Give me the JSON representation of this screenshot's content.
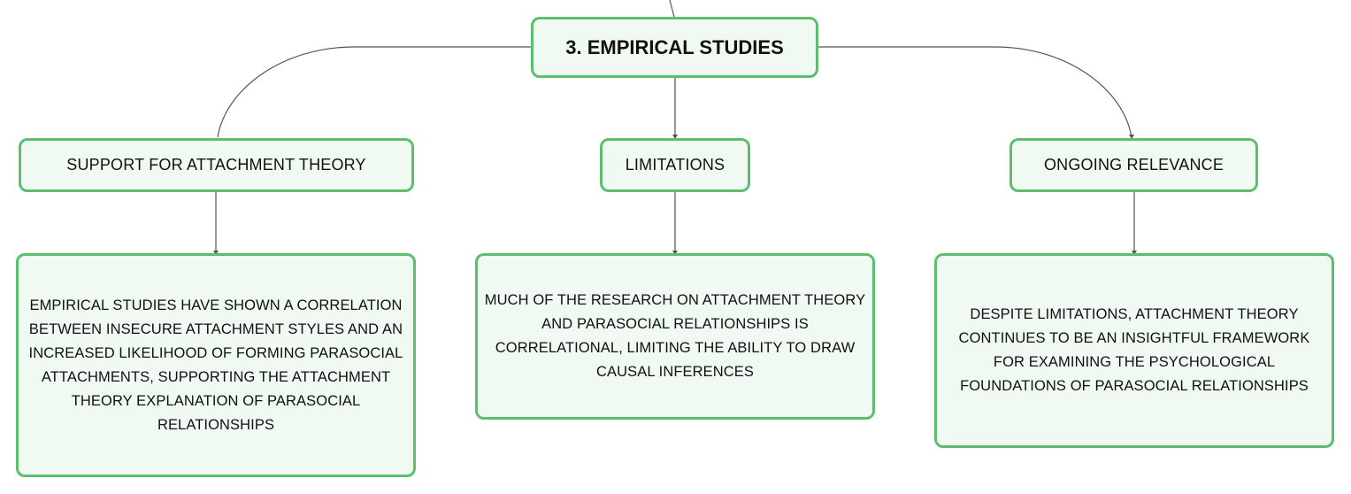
{
  "root": {
    "label": "3. EMPIRICAL STUDIES"
  },
  "branches": [
    {
      "label": "SUPPORT FOR ATTACHMENT THEORY",
      "detail": "EMPIRICAL STUDIES HAVE SHOWN A CORRELATION BETWEEN INSECURE ATTACHMENT STYLES AND AN INCREASED LIKELIHOOD OF FORMING PARASOCIAL ATTACHMENTS, SUPPORTING THE ATTACHMENT THEORY EXPLANATION OF PARASOCIAL RELATIONSHIPS"
    },
    {
      "label": "LIMITATIONS",
      "detail": "MUCH OF THE RESEARCH ON ATTACHMENT THEORY AND PARASOCIAL RELATIONSHIPS IS CORRELATIONAL, LIMITING THE ABILITY TO DRAW CAUSAL INFERENCES"
    },
    {
      "label": "ONGOING RELEVANCE",
      "detail": "DESPITE LIMITATIONS, ATTACHMENT THEORY CONTINUES TO BE AN INSIGHTFUL FRAMEWORK FOR EXAMINING THE PSYCHOLOGICAL FOUNDATIONS OF PARASOCIAL RELATIONSHIPS"
    }
  ],
  "colors": {
    "node_border": "#5cbf6d",
    "node_fill": "#f1f9f3",
    "connector": "#555555"
  }
}
